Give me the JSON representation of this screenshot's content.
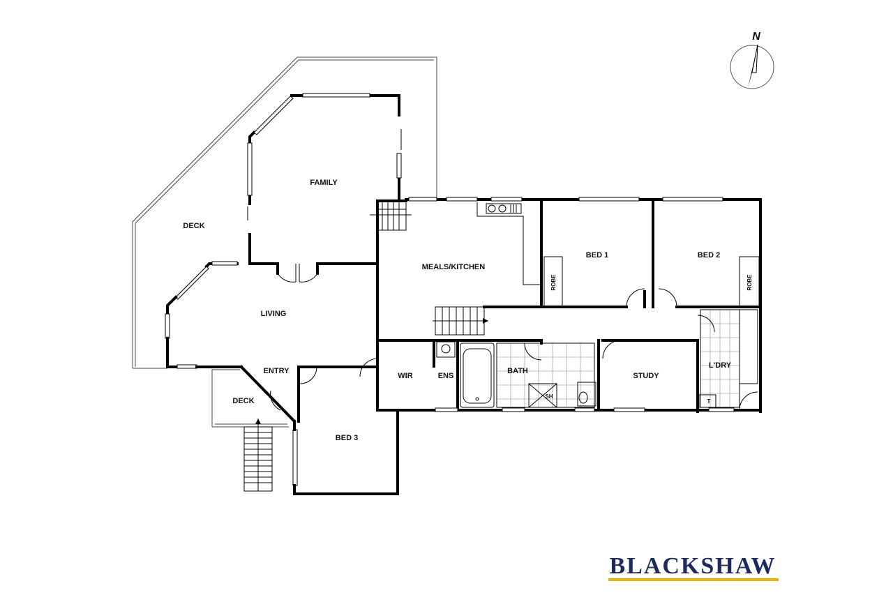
{
  "compass": {
    "label": "N",
    "icon": "north-arrow-icon"
  },
  "rooms": {
    "deck_main": "DECK",
    "family": "FAMILY",
    "meals_kitchen": "MEALS/KITCHEN",
    "bed1": "BED 1",
    "bed2": "BED 2",
    "robe1": "ROBE",
    "robe2": "ROBE",
    "living": "LIVING",
    "entry": "ENTRY",
    "deck_entry": "DECK",
    "wir": "WIR",
    "ens": "ENS",
    "bath": "BATH",
    "study": "STUDY",
    "ldry": "L'DRY",
    "bed3": "BED 3",
    "shower": "SH",
    "tub": "T"
  },
  "brand": {
    "name": "BLACKSHAW",
    "accent_color": "#e8b400",
    "text_color": "#1e2a5e"
  }
}
